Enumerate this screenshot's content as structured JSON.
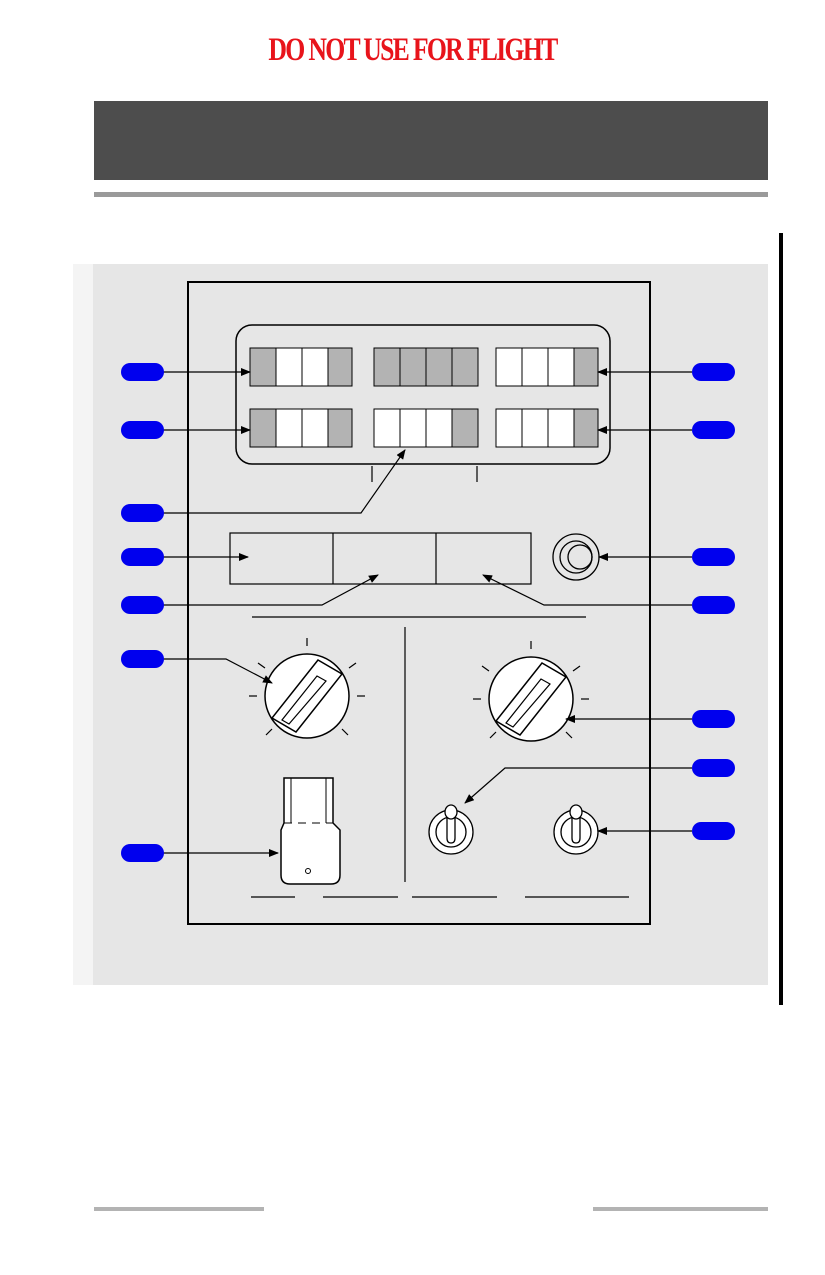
{
  "warning": {
    "text": "DO NOT USE FOR FLIGHT",
    "color": "#e8141b"
  },
  "colors": {
    "header_band": "#4d4d4d",
    "figure_background": "#e6e6e6",
    "callout_fill": "#0000ee",
    "annunciator_lit": "#b3b3b3",
    "panel_line": "#000000"
  },
  "callouts": [
    {
      "id": "left-1"
    },
    {
      "id": "left-2"
    },
    {
      "id": "left-3"
    },
    {
      "id": "left-4"
    },
    {
      "id": "left-5"
    },
    {
      "id": "left-6"
    },
    {
      "id": "left-7"
    },
    {
      "id": "right-1"
    },
    {
      "id": "right-2"
    },
    {
      "id": "right-3"
    },
    {
      "id": "right-4"
    },
    {
      "id": "right-5"
    },
    {
      "id": "right-6"
    },
    {
      "id": "right-7"
    }
  ]
}
